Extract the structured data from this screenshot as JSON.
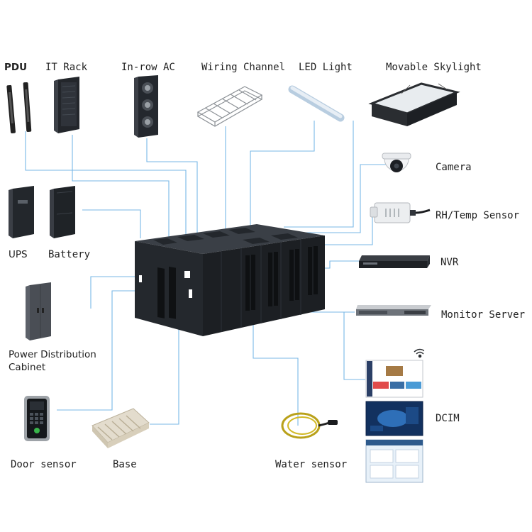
{
  "labels": {
    "pdu": "PDU",
    "it_rack": "IT Rack",
    "inrow_ac": "In-row AC",
    "wiring_channel": "Wiring Channel",
    "led_light": "LED Light",
    "movable_skylight": "Movable Skylight",
    "camera": "Camera",
    "rh_temp_sensor": "RH/Temp Sensor",
    "ups": "UPS",
    "battery": "Battery",
    "nvr": "NVR",
    "monitor_server": "Monitor Server",
    "power_distribution_cabinet_line1": "Power Distribution",
    "power_distribution_cabinet_line2": "Cabinet",
    "dcim": "DCIM",
    "door_sensor": "Door sensor",
    "base": "Base",
    "water_sensor": "Water sensor"
  },
  "colors": {
    "connector_line": "#78b7e6",
    "cabinet_body": "#262a30",
    "label_text": "#222222"
  }
}
